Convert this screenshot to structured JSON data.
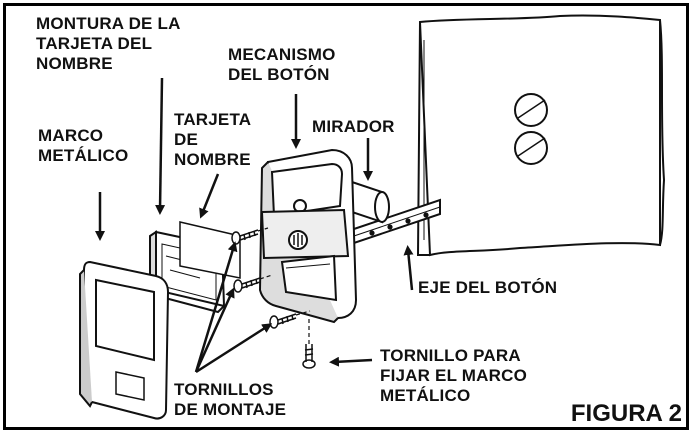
{
  "labels": {
    "montura": [
      "MONTURA DE LA",
      "TARJETA DEL",
      "NOMBRE"
    ],
    "mecanismo": [
      "MECANISMO",
      "DEL BOTÓN"
    ],
    "tarjeta": [
      "TARJETA",
      "DE",
      "NOMBRE"
    ],
    "mirador": [
      "MIRADOR"
    ],
    "marco": [
      "MARCO",
      "METÁLICO"
    ],
    "eje": [
      "EJE DEL BOTÓN"
    ],
    "tornillo_marco": [
      "TORNILLO PARA",
      "FIJAR EL MARCO",
      "METÁLICO"
    ],
    "tornillos_montaje": [
      "TORNILLOS",
      "DE MONTAJE"
    ]
  },
  "figure_label": "FIGURA 2"
}
